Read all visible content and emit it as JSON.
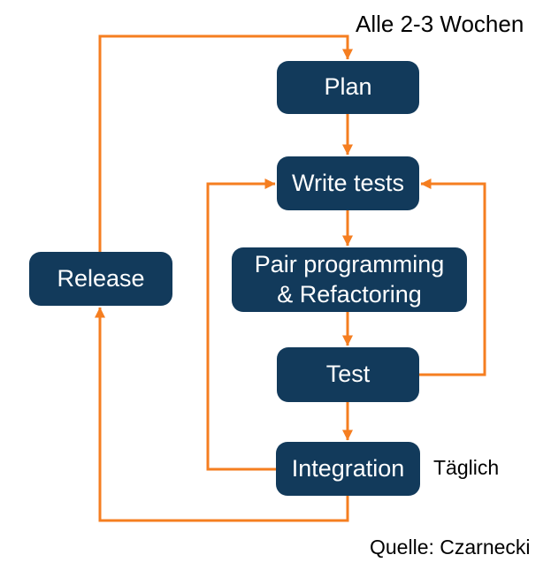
{
  "colors": {
    "background": "#FFFFFF",
    "node_fill": "#123A5B",
    "node_text": "#FFFFFF",
    "arrow_color": "#F57E20",
    "annotation_text": "#000000"
  },
  "diagram": {
    "type": "flowchart",
    "nodes": [
      {
        "id": "plan",
        "label": "Plan"
      },
      {
        "id": "write-tests",
        "label": "Write tests"
      },
      {
        "id": "pair-programming",
        "label": "Pair programming\n& Refactoring"
      },
      {
        "id": "test",
        "label": "Test"
      },
      {
        "id": "integration",
        "label": "Integration"
      },
      {
        "id": "release",
        "label": "Release"
      }
    ],
    "edges": [
      {
        "from": "plan",
        "to": "write-tests"
      },
      {
        "from": "write-tests",
        "to": "pair-programming"
      },
      {
        "from": "pair-programming",
        "to": "test"
      },
      {
        "from": "test",
        "to": "integration"
      },
      {
        "from": "test",
        "to": "write-tests"
      },
      {
        "from": "integration",
        "to": "write-tests"
      },
      {
        "from": "integration",
        "to": "release"
      },
      {
        "from": "release",
        "to": "plan"
      }
    ],
    "annotations": [
      {
        "id": "cycle-frequency",
        "text": "Alle 2-3 Wochen"
      },
      {
        "id": "daily-frequency",
        "text": "Täglich"
      },
      {
        "id": "source",
        "text": "Quelle: Czarnecki"
      }
    ]
  }
}
